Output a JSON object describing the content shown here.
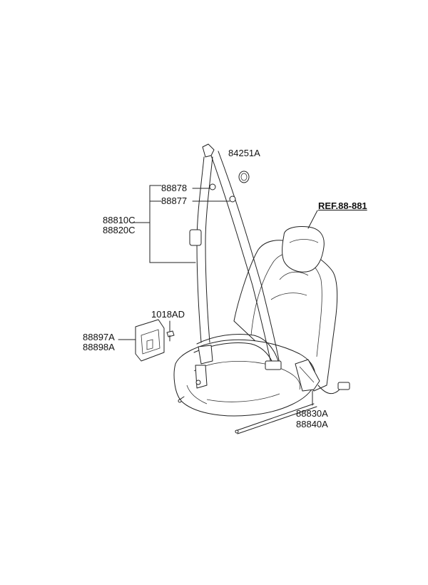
{
  "diagram": {
    "reference": "REF.88-881",
    "labels": {
      "p84251A": "84251A",
      "p88878": "88878",
      "p88877": "88877",
      "p88810C": "88810C",
      "p88820C": "88820C",
      "p1018AD": "1018AD",
      "p88897A": "88897A",
      "p88898A": "88898A",
      "p88830A": "88830A",
      "p88840A": "88840A"
    }
  }
}
